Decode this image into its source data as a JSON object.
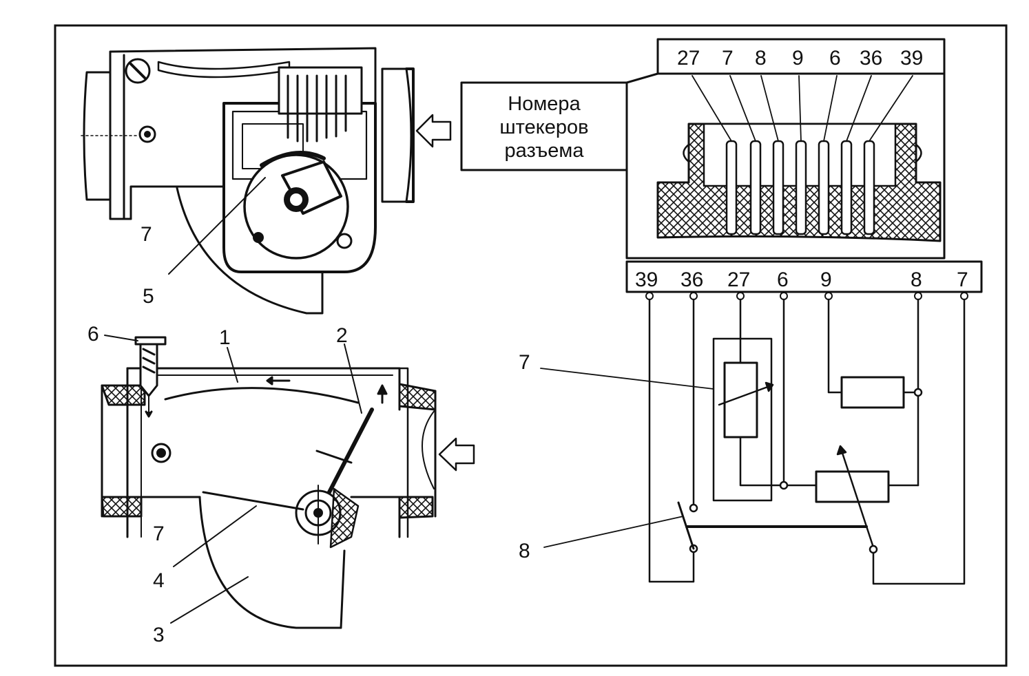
{
  "figure": {
    "caption_lines": [
      "Номера",
      "штекеров",
      "разъема"
    ],
    "connector_pins_top": [
      "27",
      "7",
      "8",
      "9",
      "6",
      "36",
      "39"
    ],
    "connector_pins_bottom": [
      "39",
      "36",
      "27",
      "6",
      "9",
      "8",
      "7"
    ],
    "top_view_labels": {
      "sensor_housing": "7",
      "potentiometer": "5"
    },
    "section_labels": {
      "adjust_screw": "6",
      "bypass_channel": "1",
      "measuring_flap": "2",
      "damper_chamber": "3",
      "compensating_flap": "4",
      "housing": "7"
    },
    "circuit_labels": {
      "potentiometer": "7",
      "pump_switch": "8"
    }
  }
}
